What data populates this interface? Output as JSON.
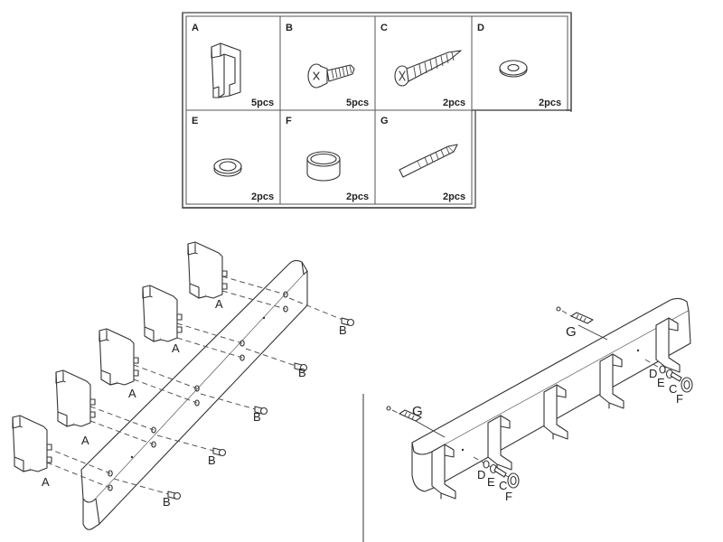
{
  "parts_table": [
    {
      "letter": "A",
      "qty": "5pcs",
      "icon": "hook-icon"
    },
    {
      "letter": "B",
      "qty": "5pcs",
      "icon": "machine-screw-icon"
    },
    {
      "letter": "C",
      "qty": "2pcs",
      "icon": "wood-screw-icon"
    },
    {
      "letter": "D",
      "qty": "2pcs",
      "icon": "washer-icon"
    },
    {
      "letter": "E",
      "qty": "2pcs",
      "icon": "washer-small-icon"
    },
    {
      "letter": "F",
      "qty": "2pcs",
      "icon": "spacer-ring-icon"
    },
    {
      "letter": "G",
      "qty": "2pcs",
      "icon": "wall-anchor-icon"
    }
  ],
  "left_diagram": {
    "hook_label": "A",
    "screw_label": "B"
  },
  "right_diagram": {
    "anchor_label": "G",
    "washer_d_label": "D",
    "washer_e_label": "E",
    "screw_c_label": "C",
    "spacer_f_label": "F"
  }
}
